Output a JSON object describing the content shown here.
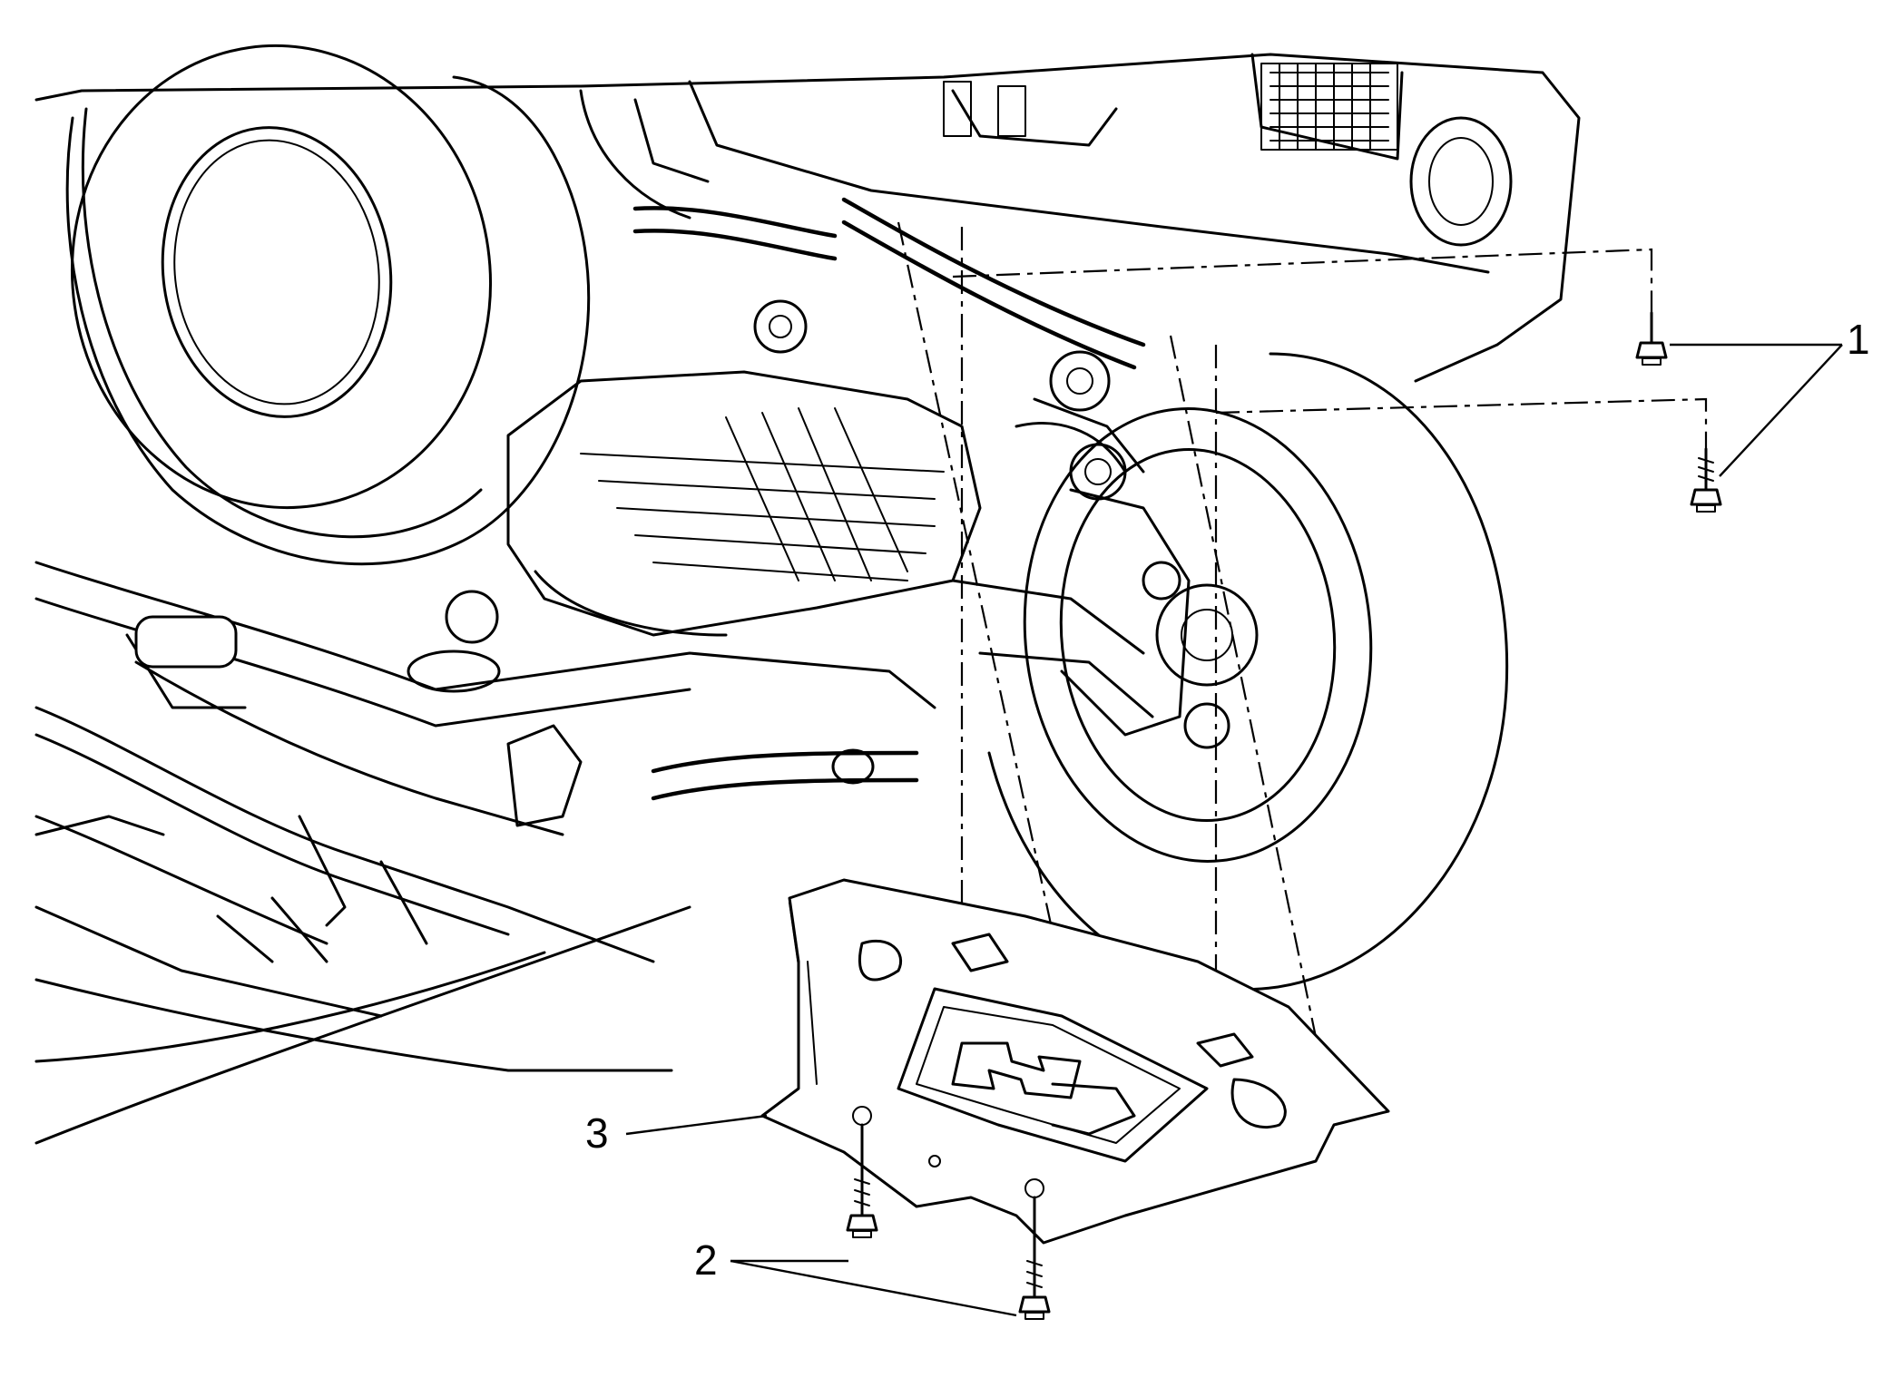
{
  "callouts": [
    {
      "id": "1",
      "text": "1"
    },
    {
      "id": "2",
      "text": "2"
    },
    {
      "id": "3",
      "text": "3"
    }
  ],
  "icons": [
    "bolt-icon",
    "wheel-icon",
    "skid-plate-icon"
  ],
  "colors": {
    "line": "#000000",
    "background": "#ffffff"
  }
}
